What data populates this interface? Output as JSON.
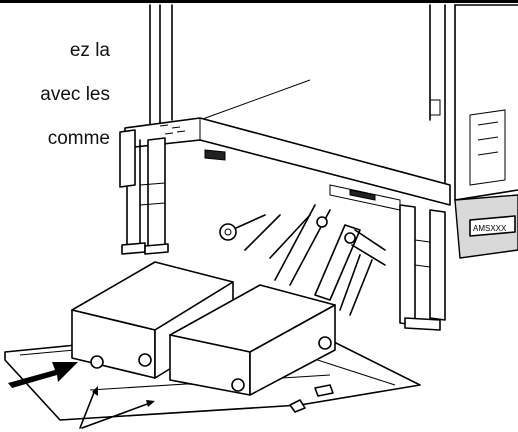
{
  "caption": {
    "lines": [
      "ez la",
      "avec les",
      "comme"
    ]
  },
  "decal_text": "AMSXXX",
  "colors": {
    "ink": "#000000",
    "paper": "#ffffff",
    "shade": "#d9d9d9"
  }
}
